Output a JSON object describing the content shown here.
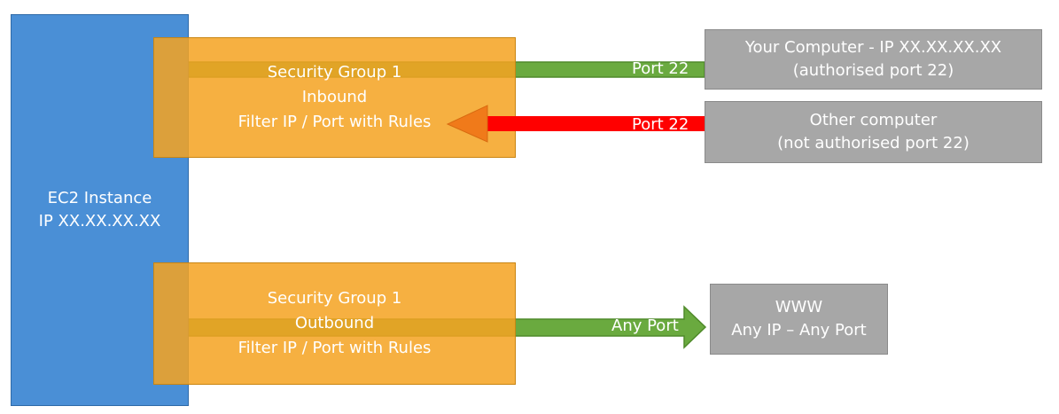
{
  "ec2": {
    "line1": "EC2 Instance",
    "line2": "IP XX.XX.XX.XX"
  },
  "inbound": {
    "line1": "Security Group 1",
    "line2": "Inbound",
    "line3": "Filter IP / Port with Rules"
  },
  "outbound": {
    "line1": "Security Group 1",
    "line2": "Outbound",
    "line3": "Filter IP / Port with Rules"
  },
  "computer_authorised": {
    "line1": "Your Computer - IP XX.XX.XX.XX",
    "line2": "(authorised port 22)"
  },
  "computer_other": {
    "line1": "Other computer",
    "line2": "(not authorised port 22)"
  },
  "www": {
    "line1": "WWW",
    "line2": "Any IP – Any Port"
  },
  "arrows": {
    "authorised_label": "Port 22",
    "blocked_label": "Port 22",
    "outbound_label": "Any Port"
  },
  "colors": {
    "allowed": "#6aaa3f",
    "blocked_shaft": "#ff0000",
    "blocked_head": "#f07a1a",
    "security_group": "#f5a322",
    "instance": "#4a8fd6",
    "external": "#a7a7a7"
  }
}
